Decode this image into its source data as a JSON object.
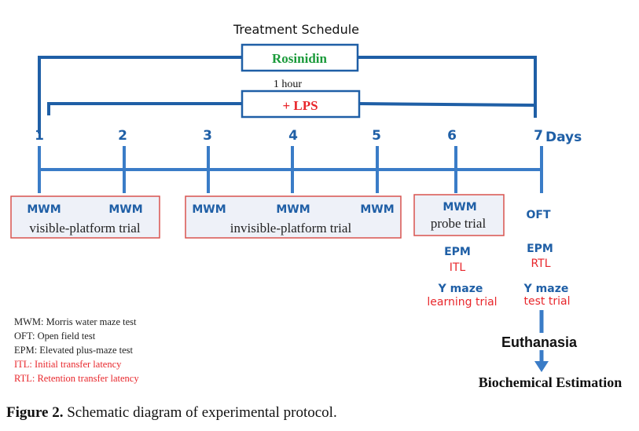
{
  "title": "Treatment Schedule",
  "treatments": {
    "rosinidin": "Rosinidin",
    "interval": "1 hour",
    "lps": "+ LPS"
  },
  "timeline": {
    "days": [
      "1",
      "2",
      "3",
      "4",
      "5",
      "6",
      "7"
    ],
    "unit": "Days"
  },
  "tests": {
    "day1": "MWM",
    "day2": "MWM",
    "visible_trial": "visible-platform trial",
    "day3": "MWM",
    "day4": "MWM",
    "day5": "MWM",
    "invisible_trial": "invisible-platform trial",
    "day6_mwm": "MWM",
    "probe_trial": "probe trial",
    "day6_epm": "EPM",
    "itl": "ITL",
    "day6_ymaze": "Y maze",
    "learning_trial": "learning trial",
    "day7_oft": "OFT",
    "day7_epm": "EPM",
    "rtl": "RTL",
    "day7_ymaze": "Y maze",
    "test_trial": "test trial"
  },
  "endpoints": {
    "euthanasia": "Euthanasia",
    "biochemical": "Biochemical Estimation"
  },
  "legend": [
    {
      "text": "MWM: Morris water maze test",
      "color": "#222222"
    },
    {
      "text": "OFT:  Open field test",
      "color": "#222222"
    },
    {
      "text": "EPM: Elevated plus-maze test",
      "color": "#222222"
    },
    {
      "text": "ITL:  Initial transfer latency",
      "color": "#e8262b"
    },
    {
      "text": "RTL:  Retention transfer latency",
      "color": "#e8262b"
    }
  ],
  "caption": {
    "label": "Figure 2.",
    "text": " Schematic diagram of experimental protocol."
  },
  "colors": {
    "blue": "#1f5fa6",
    "timeline": "#3a7cc7",
    "rosinidin_text": "#1a9a3a",
    "red": "#e8262b",
    "box_border": "#d9534f",
    "box_fill": "#eef1f8"
  }
}
